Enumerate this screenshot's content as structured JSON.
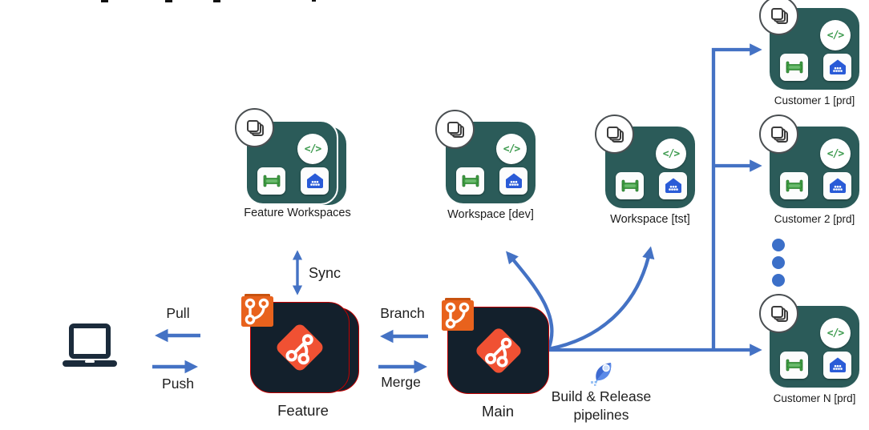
{
  "labels": {
    "pull": "Pull",
    "push": "Push",
    "sync": "Sync",
    "branch": "Branch",
    "merge": "Merge",
    "feature_repo": "Feature",
    "main_repo": "Main",
    "pipelines_line1": "Build & Release",
    "pipelines_line2": "pipelines"
  },
  "workspaces": [
    {
      "label": "Feature Workspaces",
      "stacked": true
    },
    {
      "label": "Workspace [dev]"
    },
    {
      "label": "Workspace [tst]"
    },
    {
      "label": "Customer 1 [prd]"
    },
    {
      "label": "Customer 2 [prd]"
    },
    {
      "label": "Customer N [prd]"
    }
  ],
  "icons": {
    "code_glyph": "</>",
    "workspace_badge": "layers-stack",
    "green_tile": "pipeline-bench",
    "blue_tile": "lakehouse-house",
    "repo_logo": "git-logo",
    "repo_badge": "git-branch",
    "pipelines": "rocket",
    "client": "laptop",
    "flow_gap": "vertical-ellipsis-dots"
  },
  "colors": {
    "arrow_blue": "#4472C4",
    "workspace_teal": "#2B5B59",
    "repo_dark": "#13202C",
    "repo_border_red": "#C00000",
    "git_orange": "#F05133",
    "badge_orange": "#E8621D",
    "lakehouse_blue": "#2A5BD7",
    "item_green": "#3F9C42",
    "laptop_navy": "#1B2B3B",
    "text": "#1E1E1E"
  },
  "connections": [
    {
      "from": "laptop",
      "to": "feature-repo",
      "labels": [
        "Pull",
        "Push"
      ]
    },
    {
      "from": "feature-workspaces",
      "to": "feature-repo",
      "label": "Sync",
      "bidirectional": true
    },
    {
      "from": "main-repo",
      "to": "feature-repo",
      "labels": [
        "Branch",
        "Merge"
      ]
    },
    {
      "from": "main-repo",
      "to": "workspace-dev"
    },
    {
      "from": "main-repo",
      "to": "workspace-tst"
    },
    {
      "from": "main-repo",
      "to": "customer-1-prd",
      "via": "Build & Release pipelines"
    },
    {
      "from": "main-repo",
      "to": "customer-2-prd",
      "via": "Build & Release pipelines"
    },
    {
      "from": "main-repo",
      "to": "customer-n-prd",
      "via": "Build & Release pipelines"
    }
  ]
}
